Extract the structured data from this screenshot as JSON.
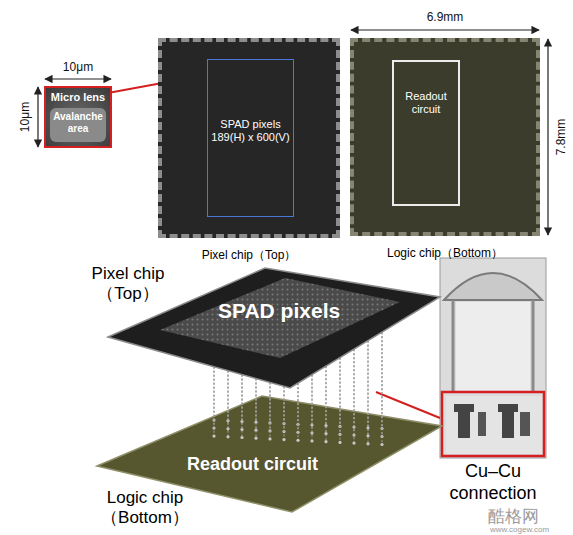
{
  "diagram": {
    "nodes": [
      {
        "text": [
          "Micro lens"
        ]
      },
      {
        "text": [
          "Avalanche area"
        ],
        "in": 0
      },
      {
        "text": [
          "Pixel chip（Top）"
        ]
      },
      {
        "text": [
          "SPAD pixels 189(H) x 600(V)"
        ],
        "in": 2
      },
      {
        "text": [
          "Logic chip（Bottom）"
        ]
      },
      {
        "text": [
          "Readout circuit"
        ],
        "in": 4
      },
      {
        "text": [
          "Pixel chip （Top）",
          "SPAD pixels"
        ]
      },
      {
        "text": [
          "Readout circuit",
          "Logic chip （Bottom）"
        ]
      },
      {
        "text": [
          "Cu–Cu connection"
        ]
      }
    ],
    "edges": [
      {
        "from": 0,
        "to": 3,
        "arrow": "none"
      },
      {
        "from": 6,
        "to": 8,
        "arrow": "none"
      }
    ],
    "labels": [
      "10μm",
      "10μm",
      "6.9mm",
      "7.8mm",
      "酷格网",
      "www.cogew.com"
    ]
  }
}
